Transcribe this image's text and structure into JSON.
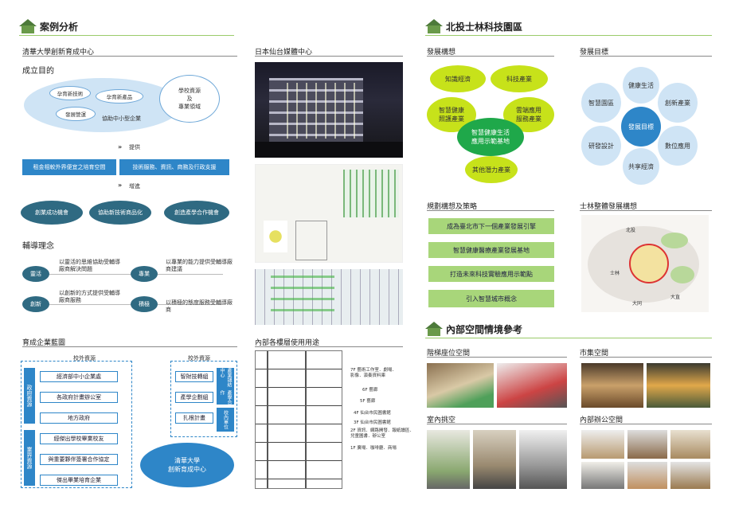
{
  "left": {
    "section_title": "案例分析",
    "tsinghua": {
      "subtitle": "清華大學創新育成中心",
      "heading": "成立目的",
      "ovals": [
        "孕育新技術",
        "孕育新產品",
        "發展營運"
      ],
      "ellipse_text": "協助中小型企業",
      "side_ellipse": "學校資源\n及\n專業領域",
      "provide": "提供",
      "boxes1": [
        "租金相較外界便宜之培育空間",
        "技術服務、資訊、商務及行政支援"
      ],
      "enhance": "增進",
      "ovals2": [
        "創業成功機會",
        "協助新技術商品化",
        "創造產學合作機會"
      ]
    },
    "philosophy": {
      "heading": "輔導理念",
      "items": [
        {
          "label": "靈活",
          "desc": "以靈活的思維協助受輔導廠商解決問題"
        },
        {
          "label": "專業",
          "desc": "以專業的能力提供受輔導廠商建議"
        },
        {
          "label": "創新",
          "desc": "以創新的方式提供受輔導廠商服務"
        },
        {
          "label": "積極",
          "desc": "以積極的態度服務受輔導廠商"
        }
      ]
    },
    "blueprint": {
      "heading": "育成企業藍圖",
      "school_out": "校外資源",
      "school_in": "校外資源",
      "left_groups": [
        {
          "label": "政府資源",
          "items": [
            "經濟部中小企業處",
            "各政府計畫辦公室",
            "地方政府"
          ]
        },
        {
          "label": "業界資源",
          "items": [
            "經傑出學校畢業校友",
            "與重要夥伴簽署合作協定",
            "傑出畢業培育企業"
          ]
        }
      ],
      "right_items": [
        "智財技轉組",
        "產學企劃組",
        "扎根計畫"
      ],
      "right_v1": "產學合作",
      "right_v2": "產業鏈結中心",
      "right_v3": "校內單位",
      "center": "清華大學\n創新育成中心"
    },
    "sendai": {
      "subtitle": "日本仙台媒體中心"
    },
    "floors": {
      "subtitle": "內部各樓層使用用途",
      "items": [
        "7F 藝術工作室．劇場．\n影像．演奏資料庫",
        "6F 藝廊",
        "5F 藝廊",
        "4F 仙台市民圖書館",
        "3F 仙台市民圖書館",
        "2F 資訊．網路開發．報紙讀區．\n兒童圖書．辦公室",
        "1F 廣場．咖啡廳．商場"
      ]
    }
  },
  "right": {
    "section_title": "北投士林科技園區",
    "dev_concept": {
      "subtitle": "發展構想",
      "bubbles": [
        "知識經濟",
        "科技產業",
        "智慧健康\n照護產業",
        "雲端應用\n服務產業",
        "智慧健康生活\n應用示範基地",
        "其他潛力產業"
      ]
    },
    "dev_goals": {
      "subtitle": "發展目標",
      "center": "發展目標",
      "items": [
        "健康生活",
        "創新產業",
        "數位應用",
        "共享經濟",
        "研發設計",
        "智慧園區"
      ]
    },
    "strategy": {
      "subtitle": "規劃構想及策略",
      "items": [
        "成為臺北市下一個產業發展引擎",
        "智慧健康醫療產業發展基地",
        "打造未來科技實驗應用示範點",
        "引入智慧城市概念"
      ]
    },
    "map": {
      "subtitle": "士林整體發展構想",
      "labels": [
        "北投",
        "士林",
        "大直",
        "大同"
      ]
    },
    "interior": {
      "section_title": "內部空間情境參考",
      "items": [
        "階梯座位空間",
        "市集空間",
        "室內挑空",
        "內部辦公空間"
      ]
    }
  }
}
